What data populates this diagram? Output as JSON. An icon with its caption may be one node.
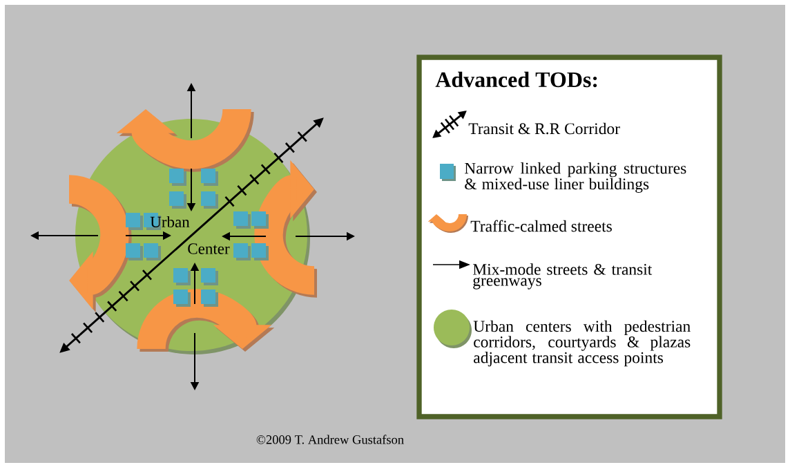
{
  "diagram": {
    "title": "Advanced TODs:",
    "caption": "©2009 T. Andrew Gustafson",
    "nodes": [
      {
        "text": [
          "Urban",
          "Center"
        ]
      }
    ],
    "legend": [
      {
        "text": "Transit & R.R Corridor"
      },
      {
        "text": "Narrow linked parking structures & mixed-use liner buildings",
        "color": "#4bacc6"
      },
      {
        "text": "Traffic-calmed streets"
      },
      {
        "text": "Mix-mode streets & transit greenways"
      },
      {
        "text": "Urban centers with pedestrian corridors, courtyards & plazas adjacent transit access points",
        "color": "#9bbb59"
      }
    ]
  }
}
